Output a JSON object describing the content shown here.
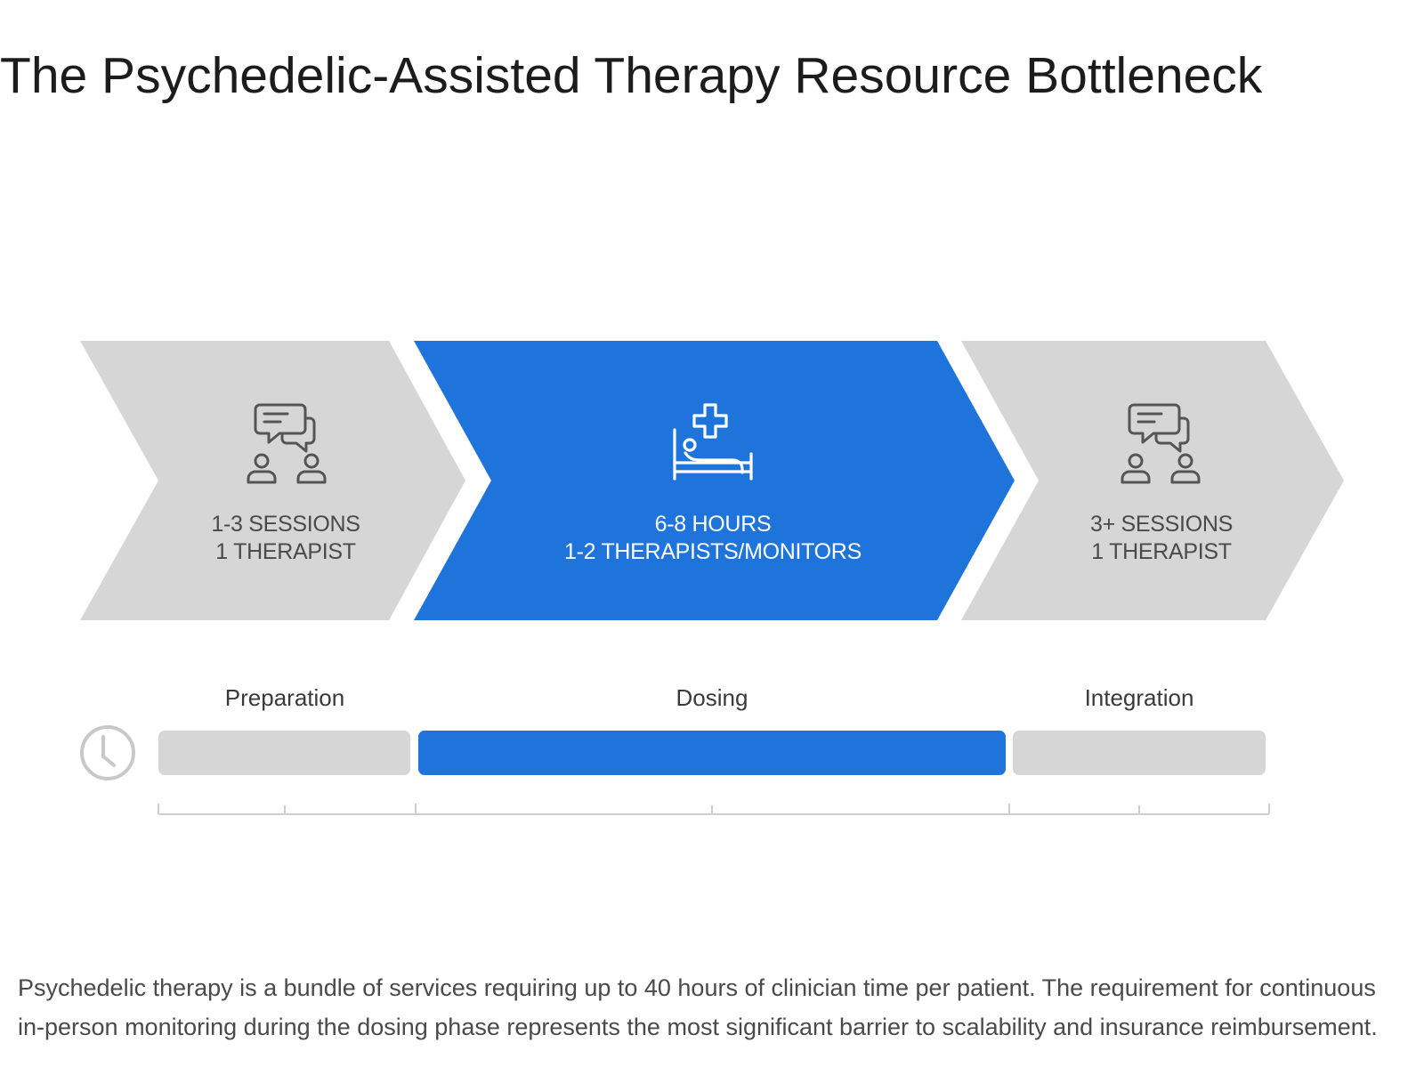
{
  "title": "The Psychedelic-Assisted Therapy Resource Bottleneck",
  "stages": [
    {
      "name": "Preparation",
      "line1": "1-3 Sessions",
      "line2": "1 Therapist",
      "icon": "therapy-conversation-icon",
      "highlighted": false
    },
    {
      "name": "Dosing",
      "line1": "6-8 Hours",
      "line2": "1-2 Therapists/Monitors",
      "icon": "hospital-bed-icon",
      "highlighted": true
    },
    {
      "name": "Integration",
      "line1": "3+ Sessions",
      "line2": "1 Therapist",
      "icon": "therapy-conversation-icon",
      "highlighted": false
    }
  ],
  "timeline_icon": "clock-icon",
  "colors": {
    "accent_blue": "#1f74dc",
    "neutral_grey": "#d6d6d6",
    "text_dark": "#1c1c1c"
  },
  "caption": "Psychedelic therapy is a bundle of services requiring up to 40 hours of clinician time per patient. The requirement for continuous in-person monitoring during the dosing phase represents the most significant barrier to scalability and insurance reimbursement."
}
